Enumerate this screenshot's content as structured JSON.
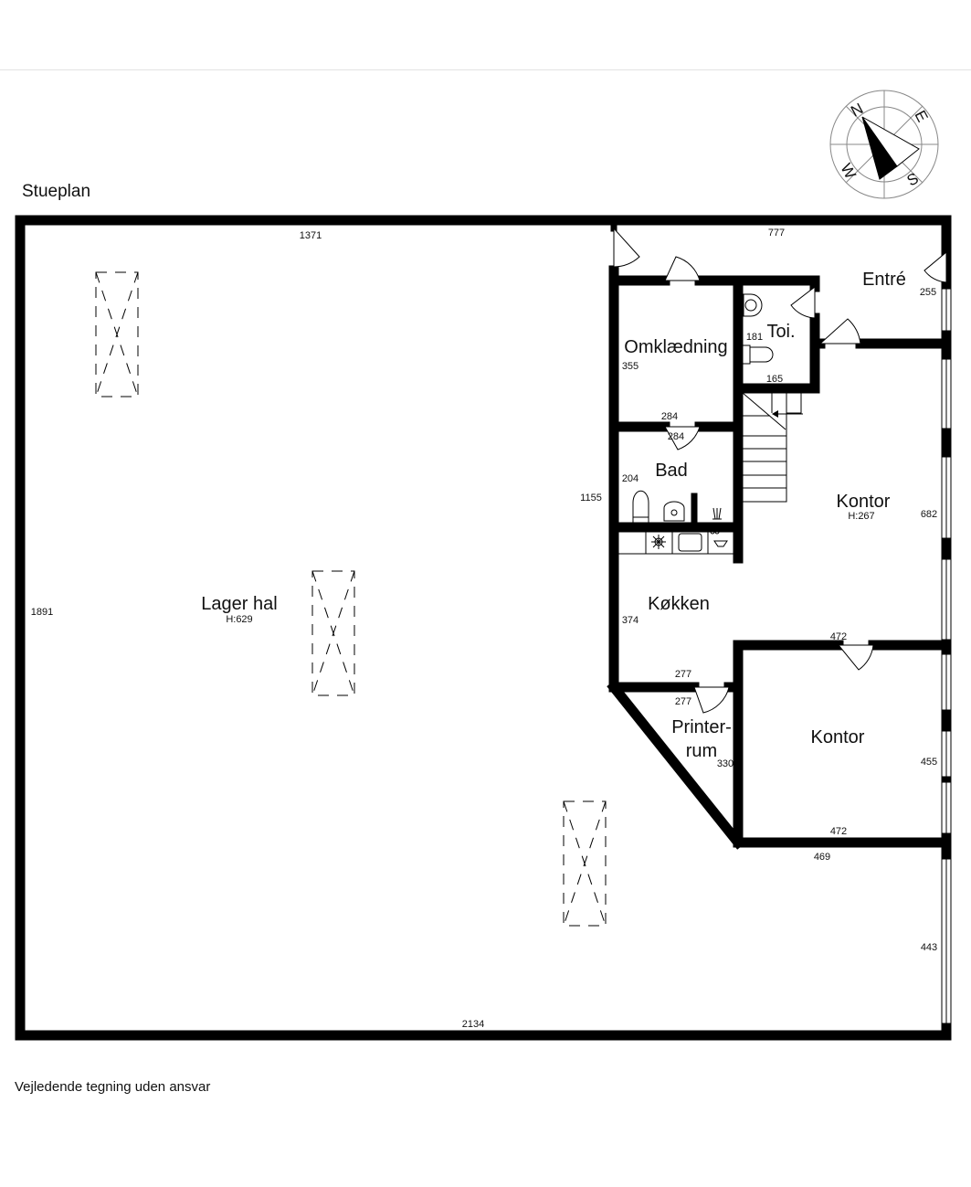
{
  "plan": {
    "title": "Stueplan",
    "disclaimer": "Vejledende tegning uden ansvar"
  },
  "compass": {
    "n": "N",
    "e": "E",
    "s": "S",
    "w": "W"
  },
  "rooms": {
    "lager": {
      "name": "Lager hal",
      "height": "H:629"
    },
    "omkl": {
      "name": "Omklædning"
    },
    "toi": {
      "name": "Toi."
    },
    "entre": {
      "name": "Entré"
    },
    "bad": {
      "name": "Bad"
    },
    "kontor1": {
      "name": "Kontor",
      "height": "H:267"
    },
    "kokken": {
      "name": "Køkken"
    },
    "printer": {
      "name_line1": "Printer-",
      "name_line2": "rum"
    },
    "kontor2": {
      "name": "Kontor"
    }
  },
  "dimensions": {
    "top_left": "1371",
    "top_right": "777",
    "entre_side": "255",
    "omkl_height": "355",
    "toi_height": "181",
    "toi_width": "165",
    "omkl_width": "284",
    "bad_width": "284",
    "bad_height": "204",
    "inner_height": "1155",
    "left_height": "1891",
    "kontor1_side": "682",
    "kokken_height": "374",
    "kontor2_top": "472",
    "kokken_width": "277",
    "printer_width": "277",
    "printer_height": "330",
    "kontor2_side": "455",
    "kontor2_bottom": "472",
    "lower_width": "469",
    "lower_side": "443",
    "bottom": "2134"
  }
}
